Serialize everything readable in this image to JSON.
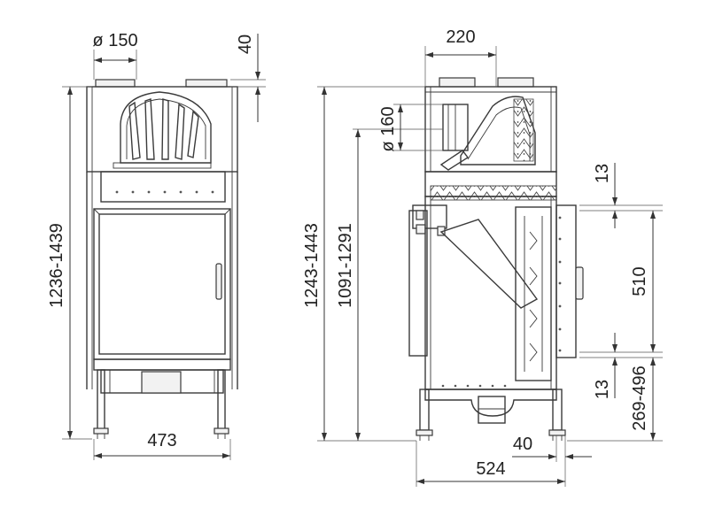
{
  "dimensions": {
    "front_flue_diameter": "ø 150",
    "top_clearance": "40",
    "front_height": "1236-1439",
    "front_width": "473",
    "side_top_width": "220",
    "side_height": "1243-1443",
    "side_inner_height": "1091-1291",
    "side_flue_diameter": "ø 160",
    "frame_top": "13",
    "glass_height": "510",
    "frame_bottom": "13",
    "base_height": "269-496",
    "side_depth": "524",
    "side_offset": "40"
  },
  "colors": {
    "line": "#3a3a3a",
    "background": "#ffffff"
  }
}
